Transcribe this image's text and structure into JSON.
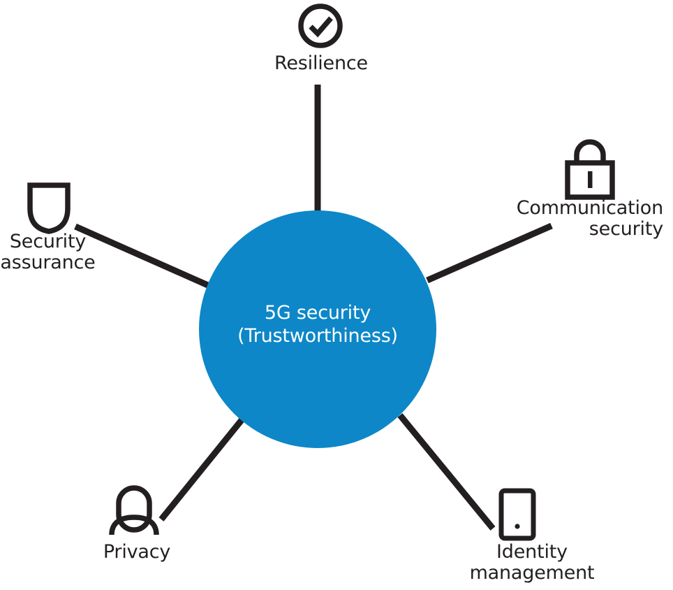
{
  "diagram": {
    "type": "hub-and-spoke",
    "center": {
      "label": "5G security\n(Trustworthiness)",
      "line1": "5G security",
      "line2": "(Trustworthiness)",
      "fill_color": "#0d87c8",
      "text_color": "#ffffff"
    },
    "line_color": "#231f20",
    "icon_color": "#231f20",
    "label_color": "#231f20",
    "background_color": "#ffffff",
    "nodes": [
      {
        "id": "resilience",
        "label": "Resilience",
        "icon": "check-circle-icon",
        "position": "top"
      },
      {
        "id": "communication-security",
        "label": "Communication\nsecurity",
        "icon": "padlock-icon",
        "position": "top-right"
      },
      {
        "id": "identity-management",
        "label": "Identity\nmanagement",
        "icon": "smartphone-icon",
        "position": "bottom-right"
      },
      {
        "id": "privacy",
        "label": "Privacy",
        "icon": "person-icon",
        "position": "bottom-left"
      },
      {
        "id": "security-assurance",
        "label": "Security\nassurance",
        "icon": "shield-icon",
        "position": "left"
      }
    ]
  }
}
